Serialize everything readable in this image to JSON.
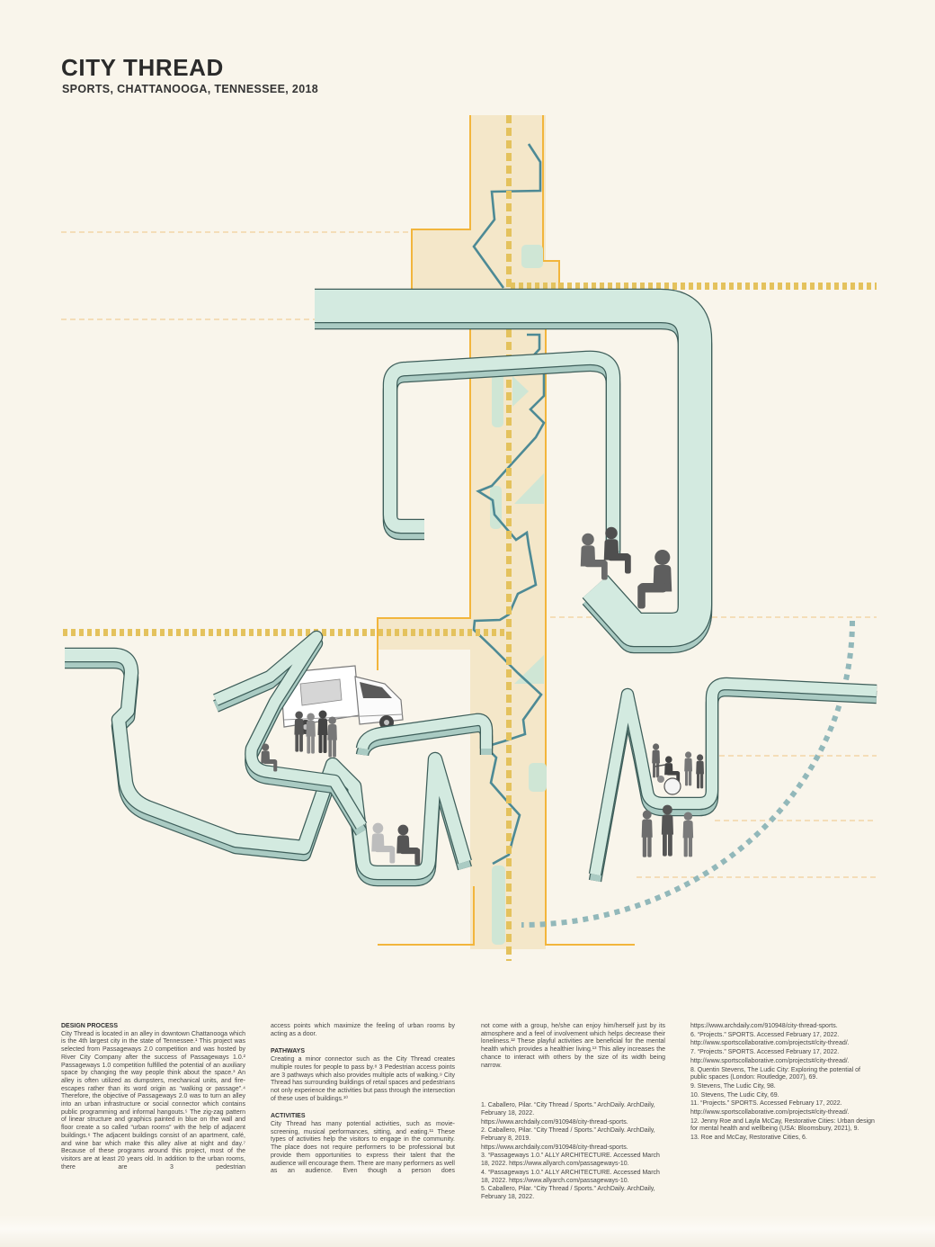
{
  "palette": {
    "background": "#f9f5eb",
    "alley": "#f4e7c9",
    "alley-edge": "#f2b53c",
    "gold-dots": "#e4c25d",
    "property-line": "#f0c586",
    "zigzag": "#4d8a95",
    "floor-graphic": "#cfe6d5",
    "access-arc": "#92b8ba",
    "bench-top": "#d3eae0",
    "bench-side": "#aacbc3",
    "bench-edge": "#3e5e5a",
    "text": "#454545"
  },
  "header": {
    "title": "CITY THREAD",
    "subtitle": "SPORTS, CHATTANOOGA, TENNESSEE, 2018"
  },
  "design_process": {
    "heading": "DESIGN PROCESS",
    "body": "City Thread is located in an alley in downtown Chattanooga which is the 4th largest city in the state of Tennessee.¹ This project was selected from Passageways 2.0 competition and was hosted by River City Company after the success of Passageways 1.0.² Passageways 1.0 competition fulfilled the potential of an auxiliary space by changing the way people think about the space.³ An alley is often utilized as dumpsters, mechanical units, and fire-escapes rather than its word origin as “walking or passage”.⁴ Therefore, the objective of Passageways 2.0 was to turn an alley into an urban infrastructure or social connector which contains public programming and informal hangouts.⁵ The zig-zag pattern of linear structure and graphics painted in blue on the wall and floor create a so called “urban rooms” with the help of adjacent buildings.⁶ The adjacent buildings consist of an apartment, café, and wine bar which make this alley alive at night and day.⁷ Because of these programs around this project, most of the visitors are at least 20 years old. In addition to the urban rooms, there are 3 pedestrian",
    "continued": "access points which maximize the feeling of urban rooms by acting as a door."
  },
  "pathways": {
    "heading": "PATHWAYS",
    "body": "Creating a minor connector such as the City Thread creates multiple routes for people to pass by.⁸ 3 Pedestrian access points are 3 pathways which also provides multiple acts of walking.⁹ City Thread has surrounding buildings of retail spaces and pedestrians not only experience the activities but pass through the intersection of these uses of buildings.¹⁰"
  },
  "activities": {
    "heading": "ACTIVITIES",
    "body": "City Thread has many potential activities, such as movie-screening, musical performances, sitting, and eating.¹¹ These types of activities help the visitors to engage in the community. The place does not require performers to be professional but provide them opportunities to express their talent that the audience will encourage them. There are many performers as well as an audience. Even though a person does",
    "continued": "not come with a group, he/she can enjoy him/herself just by its atmosphere and a feel of involvement which helps decrease their loneliness.¹² These playful activities are beneficial for the mental health which provides a healthier living.¹³ This alley increases the chance to interact with others by the size of its width being narrow."
  },
  "references_col3": [
    "1. Caballero, Pilar. “City Thread / Sports.” ArchDaily. ArchDaily, February 18, 2022.",
    "https://www.archdaily.com/910948/city-thread-sports.",
    "2. Caballero, Pilar. “City Thread / Sports.” ArchDaily. ArchDaily, February 8, 2019.",
    "https://www.archdaily.com/910948/city-thread-sports.",
    "3. “Passageways 1.0.” ALLY ARCHITECTURE. Accessed March 18, 2022. https://www.allyarch.com/passageways-10.",
    "4. “Passageways 1.0.” ALLY ARCHITECTURE. Accessed March 18, 2022. https://www.allyarch.com/passageways-10.",
    "5. Caballero, Pilar. “City Thread / Sports.” ArchDaily. ArchDaily, February 18, 2022."
  ],
  "references_col4": [
    "https://www.archdaily.com/910948/city-thread-sports.",
    "6. “Projects.” SPORTS. Accessed February 17, 2022.",
    "http://www.sportscollaborative.com/projects#/city-thread/.",
    "7. “Projects.” SPORTS. Accessed February 17, 2022.",
    "http://www.sportscollaborative.com/projects#/city-thread/.",
    "8. Quentin Stevens, The Ludic City: Exploring the potential of public spaces (London: Routledge, 2007), 69.",
    "9. Stevens, The Ludic City, 98.",
    "10. Stevens, The Ludic City, 69.",
    "11. “Projects.” SPORTS. Accessed February 17, 2022.",
    "http://www.sportscollaborative.com/projects#/city-thread/.",
    "12. Jenny Roe and Layla McCay, Restorative Cities: Urban design for mental health and wellbeing (USA: Bloomsbury, 2021), 9.",
    "13. Roe and McCay, Restorative Cities, 6."
  ]
}
